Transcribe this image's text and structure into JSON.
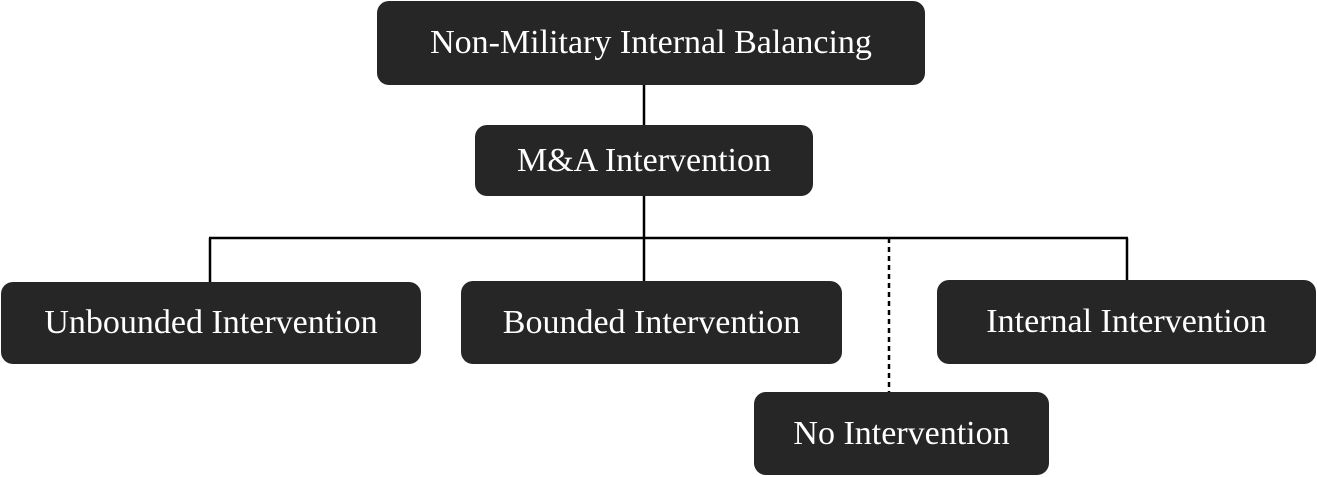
{
  "diagram": {
    "nodes": {
      "root": "Non-Military Internal Balancing",
      "ma_intervention": "M&A Intervention",
      "unbounded": "Unbounded Intervention",
      "bounded": "Bounded Intervention",
      "internal": "Internal Intervention",
      "no_intervention": "No Intervention"
    },
    "edges": [
      {
        "from": "root",
        "to": "ma_intervention",
        "style": "solid"
      },
      {
        "from": "ma_intervention",
        "to": "unbounded",
        "style": "solid"
      },
      {
        "from": "ma_intervention",
        "to": "bounded",
        "style": "solid"
      },
      {
        "from": "ma_intervention",
        "to": "internal",
        "style": "solid"
      },
      {
        "from": "ma_intervention",
        "to": "no_intervention",
        "style": "dashed"
      }
    ],
    "colors": {
      "node_fill": "#262626",
      "node_text": "#ffffff",
      "line": "#000000"
    }
  }
}
